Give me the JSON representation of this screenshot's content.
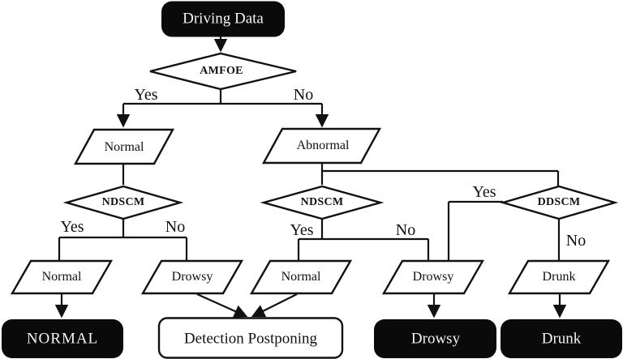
{
  "figure": {
    "type": "flowchart",
    "description": "Driver state detection decision flowchart"
  },
  "colors": {
    "background": "#ffffff",
    "line": "#111111",
    "terminal_fill": "#0a0a0a",
    "terminal_text": "#f4f4f4",
    "shape_fill": "#ffffff"
  },
  "nodes": {
    "driving_data": "Driving Data",
    "amfoe": "AMFOE",
    "normal_branch": "Normal",
    "abnormal_branch": "Abnormal",
    "ndscm_left": "NDSCM",
    "ndscm_mid": "NDSCM",
    "ddscm": "DDSCM",
    "normal_left_result": "Normal",
    "drowsy_left_result": "Drowsy",
    "normal_mid_result": "Normal",
    "drowsy_mid_result": "Drowsy",
    "drunk_result": "Drunk",
    "normal_final": "NORMAL",
    "detection_postponing": "Detection Postponing",
    "drowsy_final": "Drowsy",
    "drunk_final": "Drunk"
  },
  "edge_labels": {
    "amfoe_yes": "Yes",
    "amfoe_no": "No",
    "ndscm_left_yes": "Yes",
    "ndscm_left_no": "No",
    "ndscm_mid_yes": "Yes",
    "ndscm_mid_no": "No",
    "ddscm_yes": "Yes",
    "ddscm_no": "No"
  }
}
